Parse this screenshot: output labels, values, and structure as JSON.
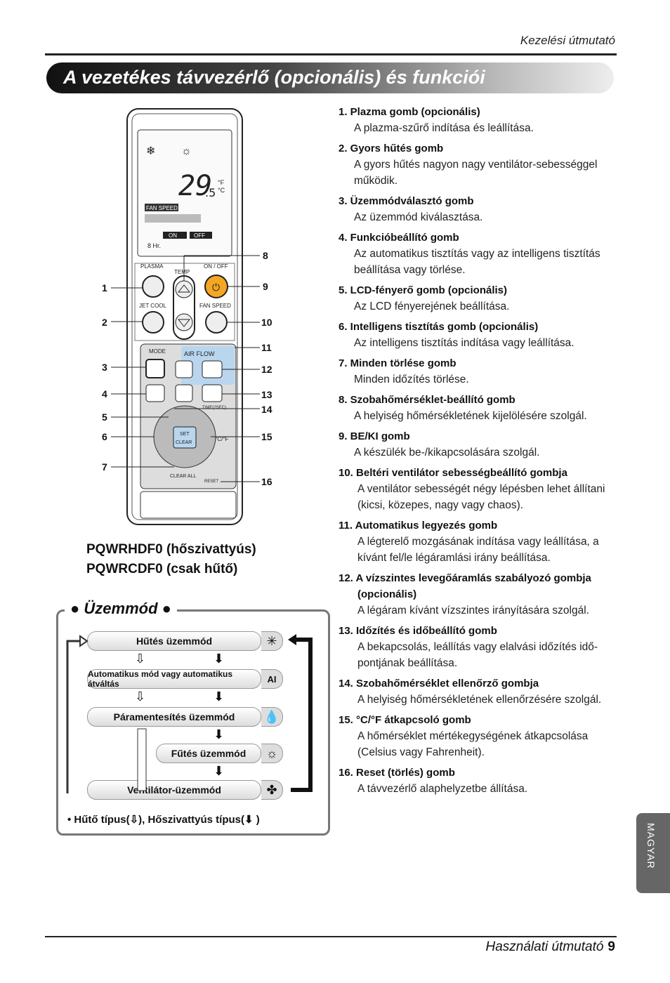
{
  "header": {
    "right": "Kezelési útmutató"
  },
  "title": "A vezetékes távvezérlő (opcionális) és funkciói",
  "remote": {
    "lcd": {
      "temp": "29",
      "temp_dec": ".5",
      "unit_f": "°F",
      "unit_c": "°C",
      "fan_speed": "FAN SPEED",
      "on": "ON",
      "off": "OFF",
      "hr": "8 Hr."
    },
    "buttons": {
      "plasma": "PLASMA",
      "temp": "TEMP",
      "onoff": "ON / OFF",
      "jetcool": "JET COOL",
      "fanspeed": "FAN SPEED",
      "mode": "MODE",
      "airflow": "AIR FLOW",
      "set": "SET",
      "clear": "CLEAR",
      "clearall": "CLEAR ALL",
      "reset": "RESET",
      "time": "TIME(2SEC)",
      "cf": "°C/°F"
    },
    "callouts": [
      "1",
      "2",
      "3",
      "4",
      "5",
      "6",
      "7",
      "8",
      "9",
      "10",
      "11",
      "12",
      "13",
      "14",
      "15",
      "16"
    ]
  },
  "models": {
    "line1": "PQWRHDF0 (hőszivattyús)",
    "line2": "PQWRCDF0 (csak hűtő)"
  },
  "modes": {
    "title": "Üzemmód",
    "items": [
      "Hűtés üzemmód",
      "Automatikus mód vagy automatikus átváltás",
      "Páramentesítés üzemmód",
      "Fűtés üzemmód",
      "Ventilátor-üzemmód"
    ],
    "icons": [
      "snowflake-icon",
      "ai-icon",
      "drop-icon",
      "sun-icon",
      "fan-icon"
    ],
    "legend": "• Hűtő típus(⇩), Hőszivattyús típus(⬇ )"
  },
  "list": [
    {
      "title": "1.  Plazma gomb (opcionális)",
      "desc": "A plazma-szűrő indítása és leállítása."
    },
    {
      "title": "2.  Gyors hűtés gomb",
      "desc": "A gyors hűtés nagyon nagy ventilátor-sebességgel működik."
    },
    {
      "title": "3.  Üzemmódválasztó gomb",
      "desc": "Az üzemmód kiválasztása."
    },
    {
      "title": "4.  Funkcióbeállító gomb",
      "desc": "Az automatikus tisztítás vagy az intelligens tisztítás beállítása vagy törlése."
    },
    {
      "title": "5.  LCD-fényerő gomb (opcionális)",
      "desc": "Az LCD fényerejének beállítása."
    },
    {
      "title": "6.  Intelligens tisztítás gomb (opcionális)",
      "desc": "Az intelligens tisztítás indítása vagy leállítása."
    },
    {
      "title": "7.  Minden törlése gomb",
      "desc": "Minden időzítés törlése."
    },
    {
      "title": "8.  Szobahőmérséklet-beállító gomb",
      "desc": "A helyiség hőmérsékletének kijelölésére szolgál."
    },
    {
      "title": "9.  BE/KI gomb",
      "desc": "A készülék be-/kikapcsolására szolgál."
    },
    {
      "title": "10. Beltéri ventilátor sebességbeállító gombja",
      "desc": "A ventilátor sebességét négy lépésben lehet állítani (kicsi, közepes, nagy vagy chaos)."
    },
    {
      "title": "11. Automatikus legyezés gomb",
      "desc": "A légterelő mozgásának indítása vagy leállítása, a kívánt fel/le légáramlási irány beállítása."
    },
    {
      "title": "12. A vízszintes levegőáramlás szabályozó gombja",
      "title2": "(opcionális)",
      "desc": "A légáram kívánt vízszintes irányítására szolgál."
    },
    {
      "title": "13. Időzítés és időbeállító gomb",
      "desc": "A bekapcsolás, leállítás vagy elalvási időzítés idő-pontjának beállítása."
    },
    {
      "title": "14. Szobahőmérséklet ellenőrző gombja",
      "desc": "A helyiség hőmérsékletének ellenőrzésére szolgál."
    },
    {
      "title": "15. °C/°F átkapcsoló gomb",
      "desc": "A hőmérséklet mértékegységének átkapcsolása (Celsius vagy Fahrenheit)."
    },
    {
      "title": "16. Reset (törlés) gomb",
      "desc": "A távvezérlő alaphelyzetbe állítása."
    }
  ],
  "side_tab": "MAGYAR",
  "footer": {
    "text": "Használati útmutató",
    "page": "9"
  }
}
